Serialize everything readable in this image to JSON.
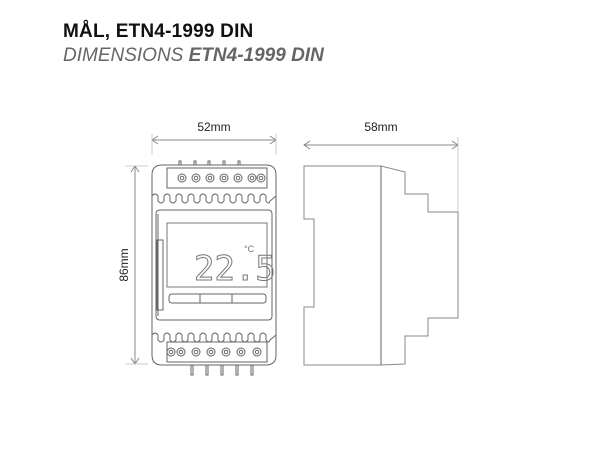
{
  "header": {
    "title": "MÅL, ETN4-1999 DIN",
    "subtitle_prefix": "DIMENSIONS ",
    "subtitle_bold": "ETN4-1999 DIN"
  },
  "dimensions": {
    "width": "52mm",
    "depth": "58mm",
    "height": "86mm"
  },
  "display": {
    "reading": "22.5",
    "unit": "°C"
  },
  "colors": {
    "line": "#8a8a8a",
    "dark_line": "#555555"
  }
}
